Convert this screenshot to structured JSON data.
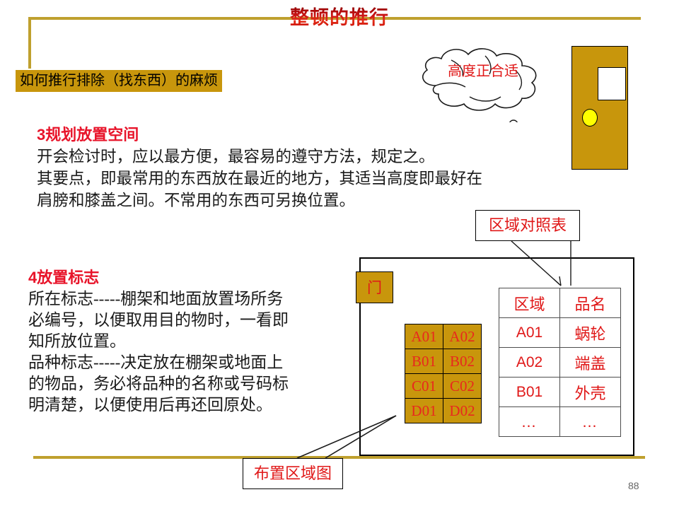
{
  "slide": {
    "title": "整顿的推行",
    "page_number": "88",
    "title_color": "#c00000",
    "accent_gold": "#bfa02e",
    "highlight_gold": "#c8960c",
    "body_red": "#e01818"
  },
  "subtitle": {
    "text": "如何推行排除（找东西）的麻烦"
  },
  "section3": {
    "heading_num": "3",
    "heading_text": "规划放置空间",
    "lines": [
      "开会检讨时，应以最方便，最容易的遵守方法，规定之。",
      "其要点，即最常用的东西放在最近的地方，其适当高度即最好在",
      "肩膀和膝盖之间。不常用的东西可另换位置。"
    ]
  },
  "section4": {
    "heading_num": "4",
    "heading_text": "放置标志",
    "lines": [
      "所在标志-----棚架和地面放置场所务",
      "必编号，以便取用目的物时，一看即",
      "知所放位置。",
      "品种标志-----决定放在棚架或地面上",
      "的物品，务必将品种的名称或号码标",
      "明清楚，以便使用后再还回原处。"
    ]
  },
  "cloud": {
    "text": "高度正合适"
  },
  "room": {
    "door_label": "门"
  },
  "zone_grid": {
    "rows": [
      [
        "A01",
        "A02"
      ],
      [
        "B01",
        "B02"
      ],
      [
        "C01",
        "C02"
      ],
      [
        "D01",
        "D02"
      ]
    ]
  },
  "ref_table": {
    "headers": [
      "区域",
      "品名"
    ],
    "rows": [
      [
        "A01",
        "蜗轮"
      ],
      [
        "A02",
        "端盖"
      ],
      [
        "B01",
        "外壳"
      ],
      [
        "…",
        "…"
      ]
    ]
  },
  "callouts": {
    "ref_table_label": "区域对照表",
    "layout_label": "布置区域图"
  }
}
